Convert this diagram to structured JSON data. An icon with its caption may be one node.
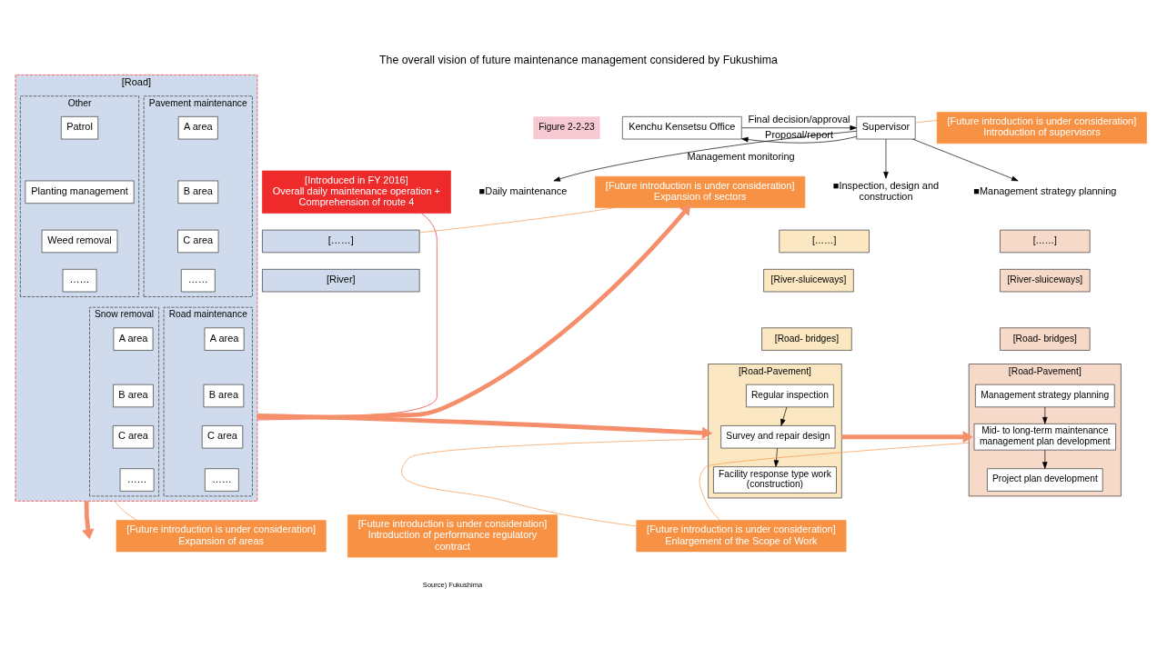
{
  "diagram": {
    "title": "The overall vision of future maintenance management considered by Fukushima",
    "caption": "Source) Fukushima",
    "nodes": [
      {
        "text": [
          "Kenchu Kensetsu Office"
        ]
      },
      {
        "text": [
          "Supervisor"
        ]
      },
      {
        "text": [
          "[Future introduction is under consideration]",
          "Introduction of supervisors"
        ]
      },
      {
        "text": [
          "■Daily maintenance"
        ]
      },
      {
        "text": [
          "■Inspection, design and construction"
        ]
      },
      {
        "text": [
          "■Management strategy planning"
        ]
      },
      {
        "text": [
          "[Introduced in FY 2016]",
          "Overall daily maintenance operation + Comprehension of route 4"
        ]
      },
      {
        "text": [
          "[Future introduction is under consideration]",
          "Expansion of sectors"
        ]
      },
      {
        "text": [
          "[……]"
        ]
      },
      {
        "text": [
          "[River]"
        ]
      },
      {
        "text": [
          "[Road]"
        ]
      },
      {
        "text": [
          "Road maintenance"
        ],
        "in": 10
      },
      {
        "text": [
          "A area"
        ],
        "in": 11
      },
      {
        "text": [
          "B area"
        ],
        "in": 11
      },
      {
        "text": [
          "C area"
        ],
        "in": 11
      },
      {
        "text": [
          "……"
        ],
        "in": 11
      },
      {
        "text": [
          "Pavement maintenance"
        ],
        "in": 10
      },
      {
        "text": [
          "A area"
        ],
        "in": 16
      },
      {
        "text": [
          "B area"
        ],
        "in": 16
      },
      {
        "text": [
          "C area"
        ],
        "in": 16
      },
      {
        "text": [
          "……"
        ],
        "in": 16
      },
      {
        "text": [
          "Snow removal"
        ],
        "in": 10
      },
      {
        "text": [
          "A area"
        ],
        "in": 21
      },
      {
        "text": [
          "B area"
        ],
        "in": 21
      },
      {
        "text": [
          "C area"
        ],
        "in": 21
      },
      {
        "text": [
          "……"
        ],
        "in": 21
      },
      {
        "text": [
          "Other"
        ],
        "in": 10
      },
      {
        "text": [
          "Patrol"
        ],
        "in": 26
      },
      {
        "text": [
          "Planting management"
        ],
        "in": 26
      },
      {
        "text": [
          "Weed removal"
        ],
        "in": 26
      },
      {
        "text": [
          "……"
        ],
        "in": 26
      },
      {
        "text": [
          "[……]"
        ]
      },
      {
        "text": [
          "[River-sluiceways]"
        ]
      },
      {
        "text": [
          "[Road- bridges]"
        ]
      },
      {
        "text": [
          "[Road-Pavement]"
        ]
      },
      {
        "text": [
          "Regular inspection"
        ],
        "in": 34
      },
      {
        "text": [
          "Survey and repair design"
        ],
        "in": 34
      },
      {
        "text": [
          "Facility response type work (construction)"
        ],
        "in": 34
      },
      {
        "text": [
          "[……]"
        ]
      },
      {
        "text": [
          "[River-sluiceways]"
        ]
      },
      {
        "text": [
          "[Road- bridges]"
        ]
      },
      {
        "text": [
          "[Road-Pavement]"
        ]
      },
      {
        "text": [
          "Management strategy planning"
        ],
        "in": 41
      },
      {
        "text": [
          "Mid- to long-term maintenance management plan development"
        ],
        "in": 41
      },
      {
        "text": [
          "Project plan development"
        ],
        "in": 41
      },
      {
        "text": [
          "[Future introduction is under consideration]",
          "Expansion of areas"
        ]
      },
      {
        "text": [
          "[Future introduction is under consideration]",
          "Introduction of performance regulatory contract"
        ]
      },
      {
        "text": [
          "[Future introduction is under consideration]",
          "Enlargement of the Scope of Work"
        ]
      }
    ],
    "edges": [
      {
        "from": 0,
        "to": 1,
        "arrow": "to",
        "label": "Final decision/approval"
      },
      {
        "from": 1,
        "to": 0,
        "arrow": "to",
        "label": "Proposal/report"
      },
      {
        "from": 1,
        "to": 3,
        "arrow": "to",
        "label": "Management monitoring"
      },
      {
        "from": 1,
        "to": 4,
        "arrow": "to"
      },
      {
        "from": 1,
        "to": 5,
        "arrow": "to"
      },
      {
        "from": 2,
        "to": 1,
        "arrow": "none",
        "color": "#f79244"
      },
      {
        "from": 6,
        "to": 10,
        "arrow": "none",
        "color": "#ee2a2a"
      },
      {
        "from": 10,
        "to": 7,
        "arrow": "to",
        "style": "thick",
        "color": "#f58e6a"
      },
      {
        "from": 7,
        "to": 8,
        "arrow": "none",
        "color": "#f79244"
      },
      {
        "from": 10,
        "to": null,
        "arrow": "to",
        "style": "thick",
        "color": "#f58e6a"
      },
      {
        "from": 45,
        "to": 10,
        "arrow": "none",
        "color": "#f79244"
      },
      {
        "from": 10,
        "to": 34,
        "arrow": "to",
        "style": "thick",
        "color": "#f58e6a"
      },
      {
        "from": 34,
        "to": 41,
        "arrow": "to",
        "style": "thick",
        "color": "#f58e6a"
      },
      {
        "from": 47,
        "to": 34,
        "arrow": "none",
        "color": "#f79244"
      },
      {
        "from": 47,
        "to": 41,
        "arrow": "none",
        "color": "#f79244"
      },
      {
        "from": 35,
        "to": 36,
        "arrow": "to"
      },
      {
        "from": 36,
        "to": 37,
        "arrow": "to"
      },
      {
        "from": 42,
        "to": 43,
        "arrow": "to"
      },
      {
        "from": 43,
        "to": 44,
        "arrow": "to"
      }
    ],
    "labels": [
      "Figure 2-2-23"
    ]
  }
}
